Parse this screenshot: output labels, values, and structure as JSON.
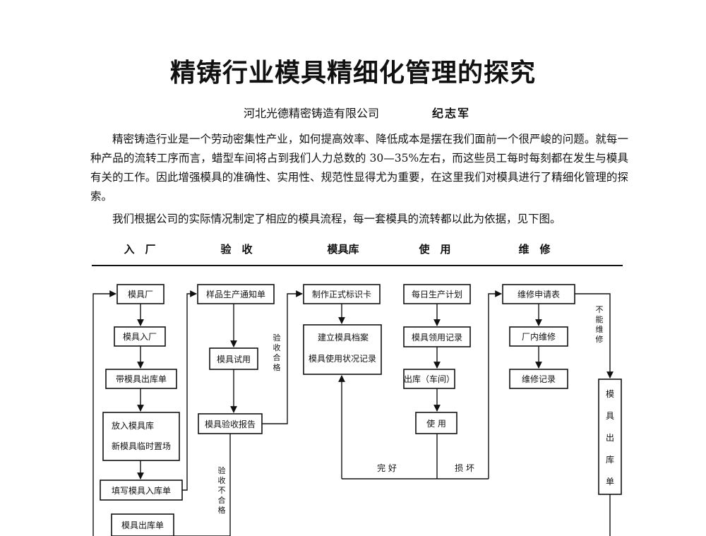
{
  "article": {
    "title": "精铸行业模具精细化管理的探究",
    "organization": "河北光德精密铸造有限公司",
    "author": "纪志军",
    "paragraphs": [
      "精密铸造行业是一个劳动密集性产业，如何提高效率、降低成本是摆在我们面前一个很严峻的问题。就每一种产品的流转工序而言，蜡型车间将占到我们人力总数的 30—35%左右，而这些员工每时每刻都在发生与模具有关的工作。因此增强模具的准确性、实用性、规范性显得尤为重要，在这里我们对模具进行了精细化管理的探索。",
      "我们根据公司的实际情况制定了相应的模具流程，每一套模具的流转都以此为依据，见下图。"
    ]
  },
  "flowchart": {
    "columns": [
      "入　厂",
      "验　收",
      "模具库",
      "使　用",
      "维　修"
    ],
    "boxes": {
      "mold_factory": "模具厂",
      "mold_entry": "模具入厂",
      "mold_out_slip_with": "带模具出库单",
      "put_in_store": "放入模具库",
      "temp_storage": "新模具临时置场",
      "fill_in_slip": "填写模具入库单",
      "mold_out_slip": "模具出库单",
      "sample_notice": "样品生产通知单",
      "mold_trial": "模具试用",
      "acceptance_report": "模具验收报告",
      "make_id_card": "制作正式标识卡",
      "build_archive": "建立模具档案",
      "usage_record": "模具使用状况记录",
      "daily_plan": "每日生产计划",
      "mold_borrow": "模具领用记录",
      "out_to_workshop": "出库（车间）",
      "use": "使 用",
      "repair_request": "维修申请表",
      "in_house_repair": "厂内维修",
      "repair_record": "维修记录",
      "mold_out_vertical": [
        "模",
        "具",
        "出",
        "库",
        "单"
      ]
    },
    "edge_labels": {
      "pass": [
        "验",
        "收",
        "合",
        "格"
      ],
      "fail": [
        "验",
        "收",
        "不",
        "合",
        "格"
      ],
      "cannot_repair": [
        "不",
        "能",
        "维",
        "修"
      ],
      "intact": "完 好",
      "damaged": "损 坏"
    }
  }
}
